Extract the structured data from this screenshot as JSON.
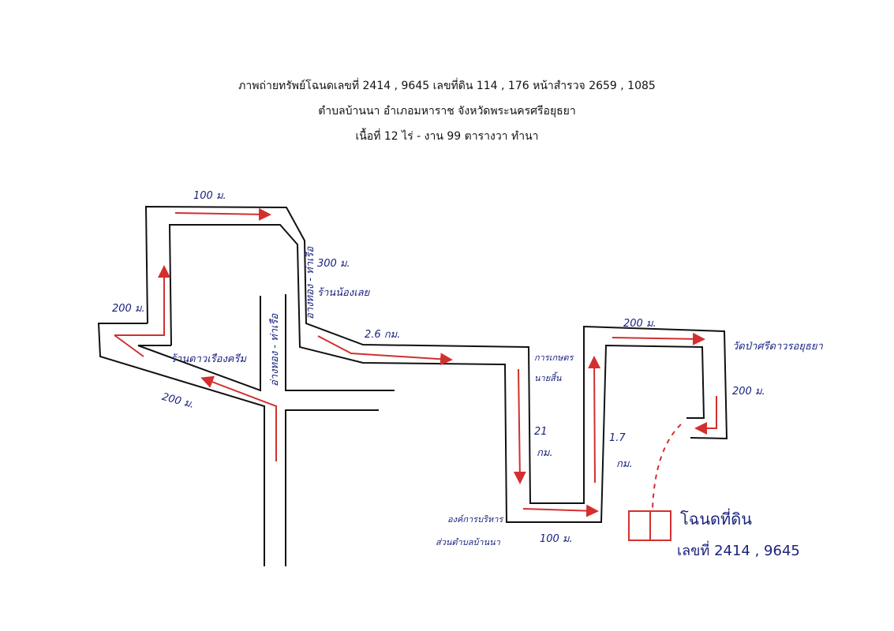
{
  "header": {
    "line1": "ภาพถ่ายทรัพย์โฉนดเลขที่  2414 , 9645  เลขที่ดิน  114 , 176  หน้าสำรวจ  2659 , 1085",
    "line2": "ตำบลบ้านนา  อำเภอมหาราช  จังหวัดพระนครศรีอยุธยา",
    "line3": "เนื้อที่  12 ไร่  - งาน  99 ตารางวา  ทำนา"
  },
  "labels": {
    "top_100m": "100 ม.",
    "left_200m": "200 ม.",
    "bottom_left_200m": "200 ม.",
    "m300": "300 ม.",
    "shop_nong": "ร้านน้องเลย",
    "shop_dao": "ร้านดาวเรืองครีม",
    "road_1": "อ่างทอง - ท่าเรือ",
    "road_2": "อ่างทอง - ท่าเรือ",
    "km26": "2.6 กม.",
    "agri_1": "การเกษตร",
    "agri_2": "นายสิ้น",
    "km21_a": "21",
    "km21_b": "กม.",
    "km17_a": "1.7",
    "km17_b": "กม.",
    "top_right_200m": "200 ม.",
    "temple": "วัดป่าศรีดาวรอยุธยา",
    "right_200m": "200 ม.",
    "sao_1": "องค์การบริหาร",
    "sao_2": "ส่วนตำบลบ้านนา",
    "bottom_100m": "100 ม.",
    "deed_title": "โฉนดที่ดิน",
    "deed_number": "เลขที่  2414 , 9645"
  },
  "colors": {
    "road": "#111111",
    "route": "#d32f2f",
    "label": "#1a237e"
  }
}
